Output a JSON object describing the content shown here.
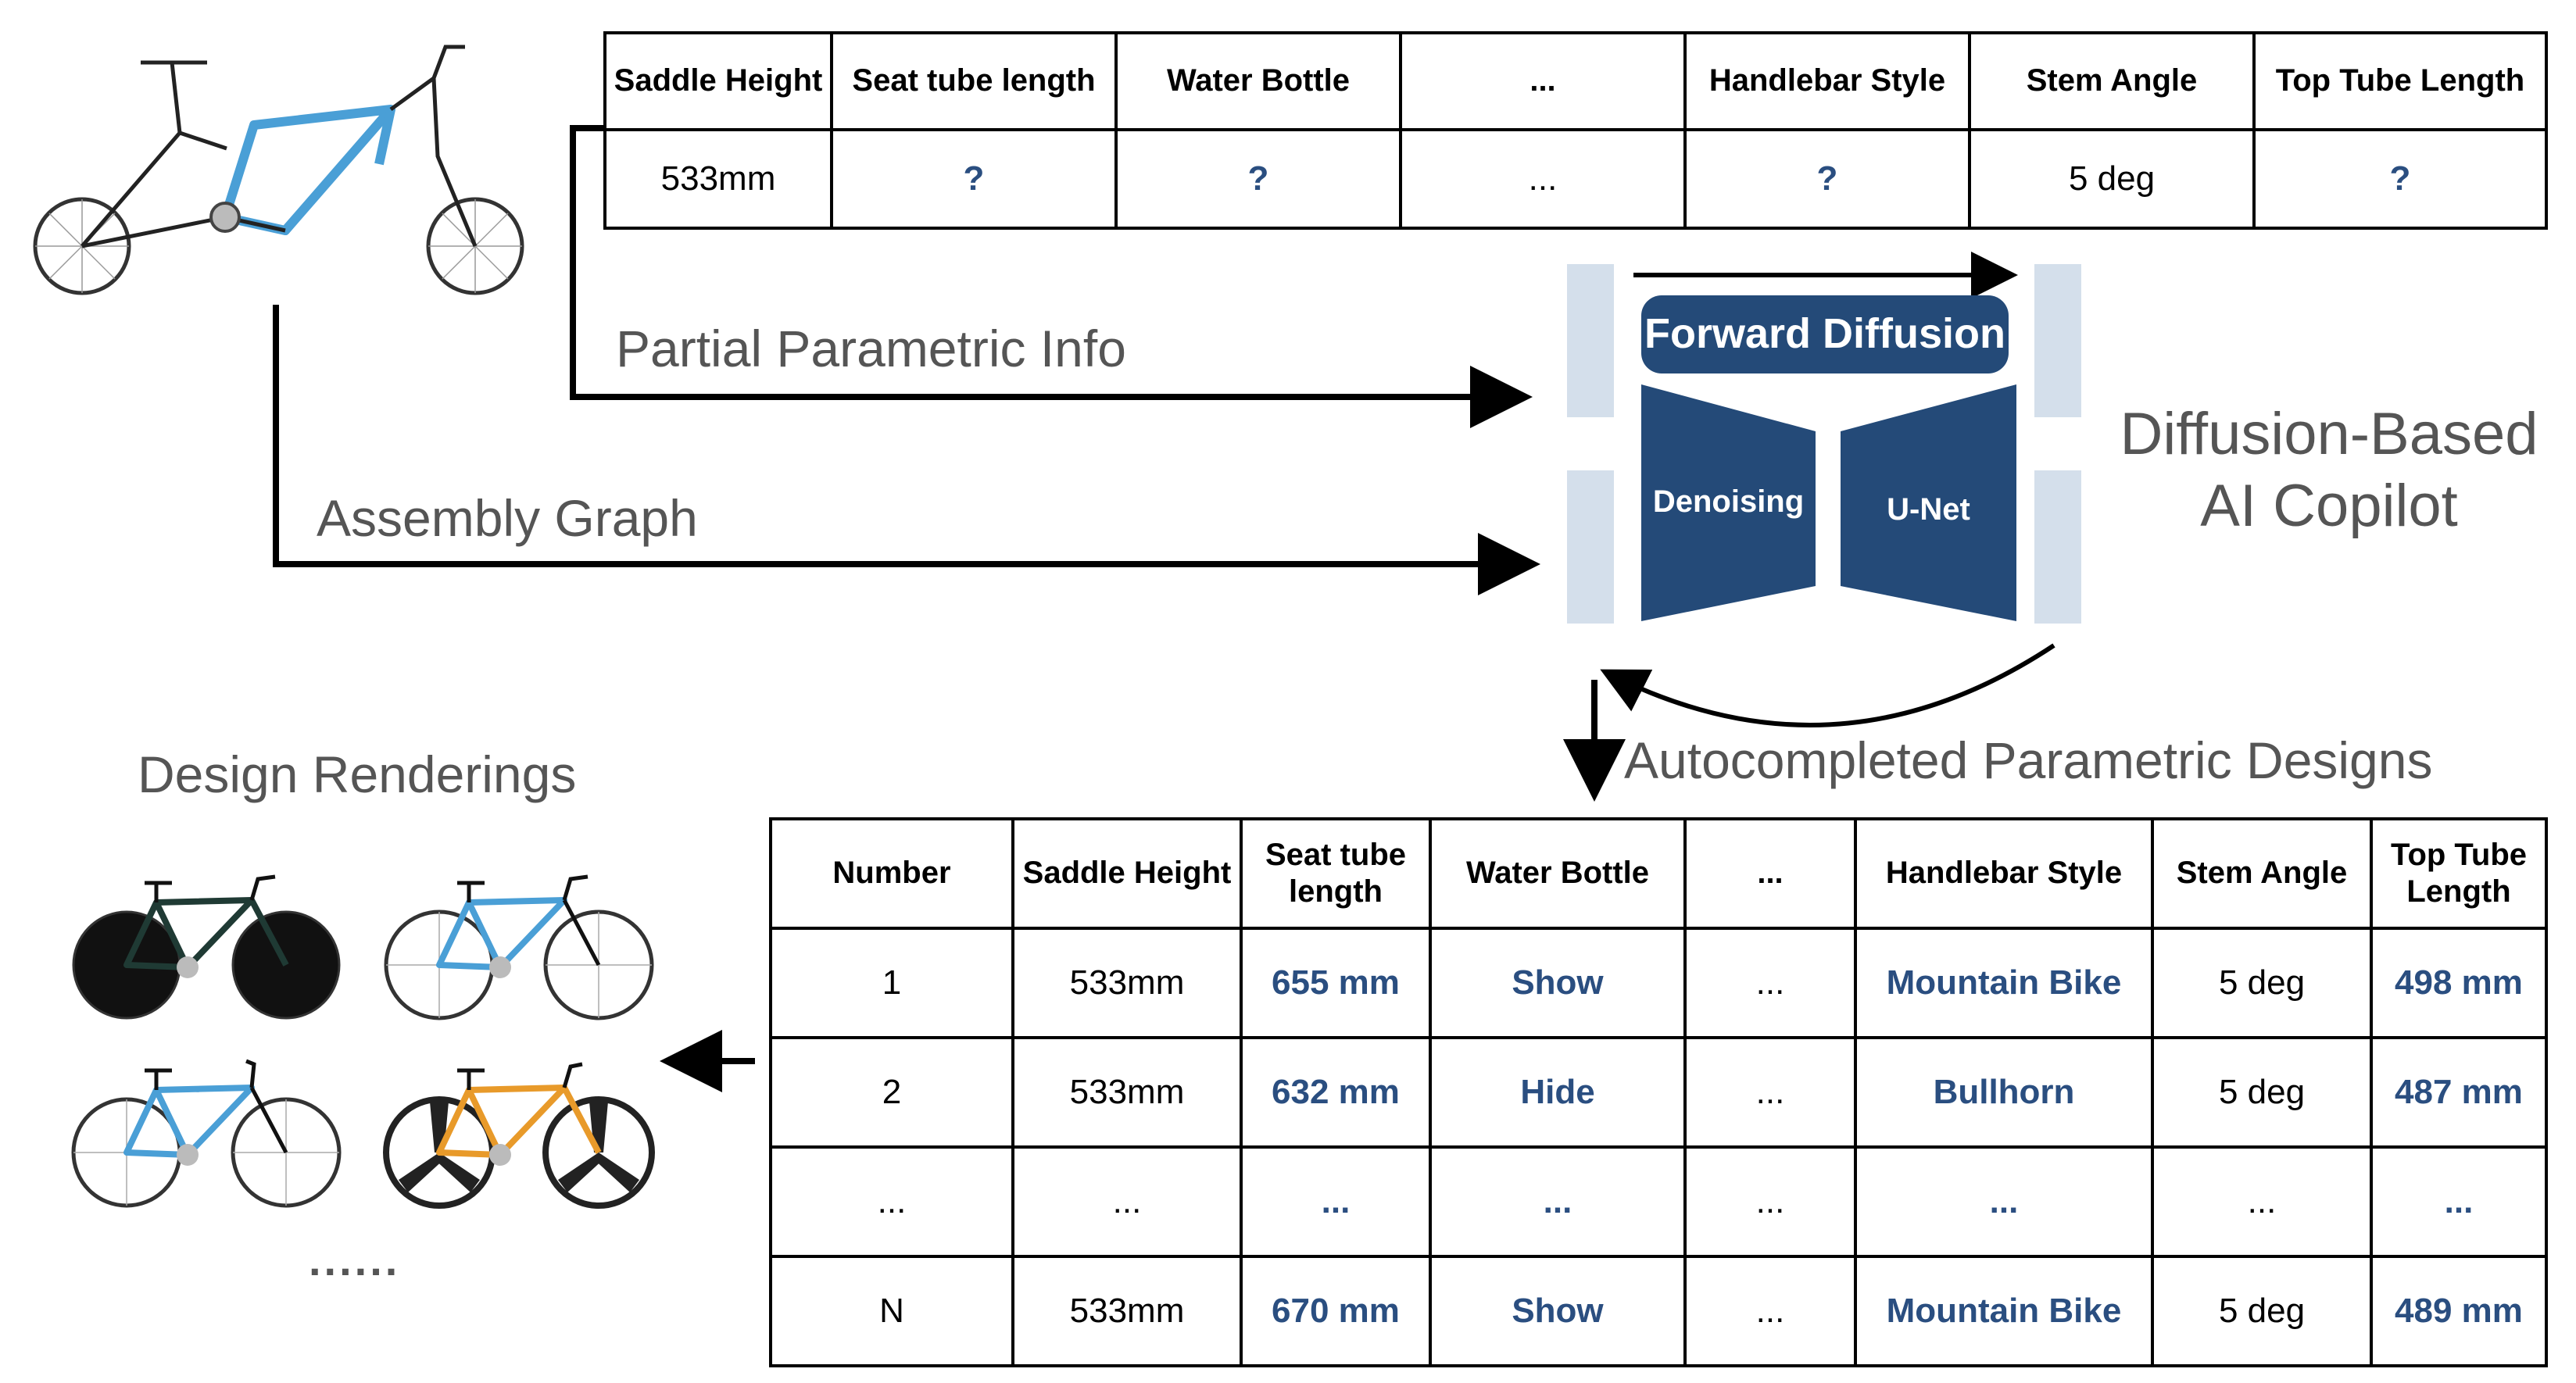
{
  "colors": {
    "accent": "#2a4e80",
    "unet_fill": "#244a78",
    "skip_fill": "#d4dfeb",
    "label_gray": "#555555"
  },
  "labels": {
    "partial_info": "Partial Parametric Info",
    "assembly_graph": "Assembly Graph",
    "copilot_line1": "Diffusion-Based",
    "copilot_line2": "AI Copilot",
    "autocompleted": "Autocompleted Parametric Designs",
    "renderings": "Design Renderings",
    "more": "......"
  },
  "unet": {
    "forward": "Forward Diffusion",
    "denoising": "Denoising",
    "unet": "U-Net"
  },
  "input_table": {
    "headers": [
      "Saddle Height",
      "Seat tube length",
      "Water Bottle",
      "...",
      "Handlebar Style",
      "Stem Angle",
      "Top Tube Length"
    ],
    "row": [
      "533mm",
      "?",
      "?",
      "...",
      "?",
      "5 deg",
      "?"
    ]
  },
  "output_table": {
    "headers": [
      "Number",
      "Saddle Height",
      "Seat tube length",
      "Water Bottle",
      "...",
      "Handlebar Style",
      "Stem Angle",
      "Top Tube Length"
    ],
    "rows": [
      [
        "1",
        "533mm",
        "655 mm",
        "Show",
        "...",
        "Mountain Bike",
        "5 deg",
        "498 mm"
      ],
      [
        "2",
        "533mm",
        "632 mm",
        "Hide",
        "...",
        "Bullhorn",
        "5 deg",
        "487 mm"
      ],
      [
        "...",
        "...",
        "...",
        "...",
        "...",
        "...",
        "...",
        "..."
      ],
      [
        "N",
        "533mm",
        "670 mm",
        "Show",
        "...",
        "Mountain Bike",
        "5 deg",
        "489 mm"
      ]
    ]
  },
  "renderings": [
    {
      "frame": "#1f3a34",
      "wheel": "#111111",
      "type": "disc"
    },
    {
      "frame": "#4a9fd6",
      "wheel": "#ffffff",
      "type": "spoke"
    },
    {
      "frame": "#4a9fd6",
      "wheel": "#ffffff",
      "type": "spoke"
    },
    {
      "frame": "#e89a2a",
      "wheel": "#222222",
      "type": "tri"
    }
  ]
}
